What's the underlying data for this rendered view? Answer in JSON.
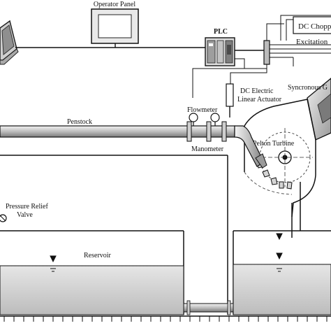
{
  "diagram": {
    "labels": {
      "operator_panel": "Operator Panel",
      "plc": "PLC",
      "dc_chopper": "DC Chopper",
      "excitation": "Excitation",
      "syncronous": "Syncronous G",
      "actuator_line1": "DC Electric",
      "actuator_line2": "Linear Actuator",
      "flowmeter": "Flowmeter",
      "penstock": "Penstock",
      "manometer": "Manometer",
      "pelton_turbine": "Pelton Turbine",
      "pressure_relief_line1": "Pressure Relief",
      "pressure_relief_line2": "Valve",
      "reservoir": "Reservoir"
    }
  }
}
